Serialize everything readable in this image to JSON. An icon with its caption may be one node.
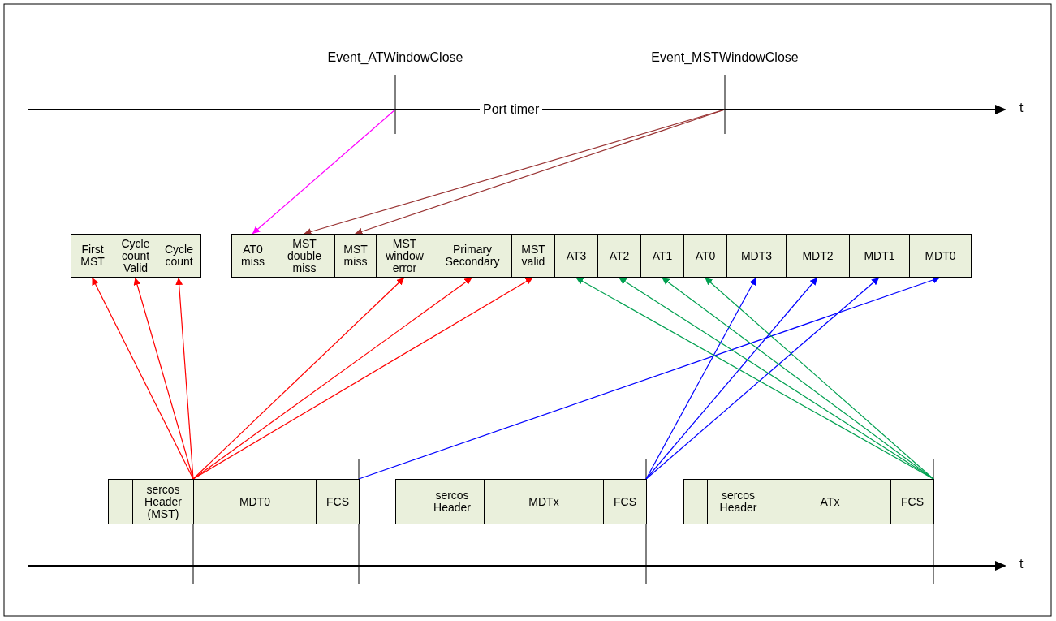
{
  "diagram": {
    "nodes": [
      {
        "text": [
          "Event_ATWindowClose"
        ]
      },
      {
        "text": [
          "Event_MSTWindowClose"
        ]
      },
      {
        "text": [
          "First MST"
        ]
      },
      {
        "text": [
          "Cycle count Valid"
        ]
      },
      {
        "text": [
          "Cycle count"
        ]
      },
      {
        "text": [
          "AT0 miss"
        ]
      },
      {
        "text": [
          "MST double miss"
        ]
      },
      {
        "text": [
          "MST miss"
        ]
      },
      {
        "text": [
          "MST window error"
        ]
      },
      {
        "text": [
          "Primary Secondary"
        ]
      },
      {
        "text": [
          "MST valid"
        ]
      },
      {
        "text": [
          "AT3"
        ]
      },
      {
        "text": [
          "AT2"
        ]
      },
      {
        "text": [
          "AT1"
        ]
      },
      {
        "text": [
          "AT0"
        ]
      },
      {
        "text": [
          "MDT3"
        ]
      },
      {
        "text": [
          "MDT2"
        ]
      },
      {
        "text": [
          "MDT1"
        ]
      },
      {
        "text": [
          "MDT0"
        ]
      },
      {
        "text": [],
        "shape": "box"
      },
      {
        "text": [
          "sercos Header (MST)"
        ]
      },
      {
        "text": [
          "MDT0"
        ]
      },
      {
        "text": [
          "FCS"
        ]
      },
      {
        "text": [],
        "shape": "box"
      },
      {
        "text": [
          "sercos Header"
        ]
      },
      {
        "text": [
          "MDTx"
        ]
      },
      {
        "text": [
          "FCS"
        ]
      },
      {
        "text": [],
        "shape": "box"
      },
      {
        "text": [
          "sercos Header"
        ]
      },
      {
        "text": [
          "ATx"
        ]
      },
      {
        "text": [
          "FCS"
        ]
      }
    ],
    "edges": [
      {
        "from": 0,
        "to": 5,
        "arrow": "to",
        "color": "#ff00ff"
      },
      {
        "from": 1,
        "to": 6,
        "arrow": "to",
        "color": "#993333"
      },
      {
        "from": 1,
        "to": 7,
        "arrow": "to",
        "color": "#993333"
      },
      {
        "from": 20,
        "to": 2,
        "arrow": "to"
      },
      {
        "from": 20,
        "to": 3,
        "arrow": "to"
      },
      {
        "from": 20,
        "to": 4,
        "arrow": "to"
      },
      {
        "from": 20,
        "to": 8,
        "arrow": "to"
      },
      {
        "from": 20,
        "to": 9,
        "arrow": "to"
      },
      {
        "from": 20,
        "to": 10,
        "arrow": "to"
      },
      {
        "from": 22,
        "to": 18,
        "arrow": "to",
        "color": "#0000ff"
      },
      {
        "from": 26,
        "to": 15,
        "arrow": "to",
        "color": "#0000ff"
      },
      {
        "from": 26,
        "to": 16,
        "arrow": "to",
        "color": "#0000ff"
      },
      {
        "from": 26,
        "to": 17,
        "arrow": "to",
        "color": "#0000ff"
      },
      {
        "from": 30,
        "to": 11,
        "arrow": "to",
        "color": "#00a050"
      },
      {
        "from": 30,
        "to": 12,
        "arrow": "to",
        "color": "#00a050"
      },
      {
        "from": 30,
        "to": 13,
        "arrow": "to",
        "color": "#00a050"
      },
      {
        "from": 30,
        "to": 14,
        "arrow": "to",
        "color": "#00a050"
      }
    ],
    "labels": [
      "Port timer",
      "t",
      "t"
    ]
  }
}
